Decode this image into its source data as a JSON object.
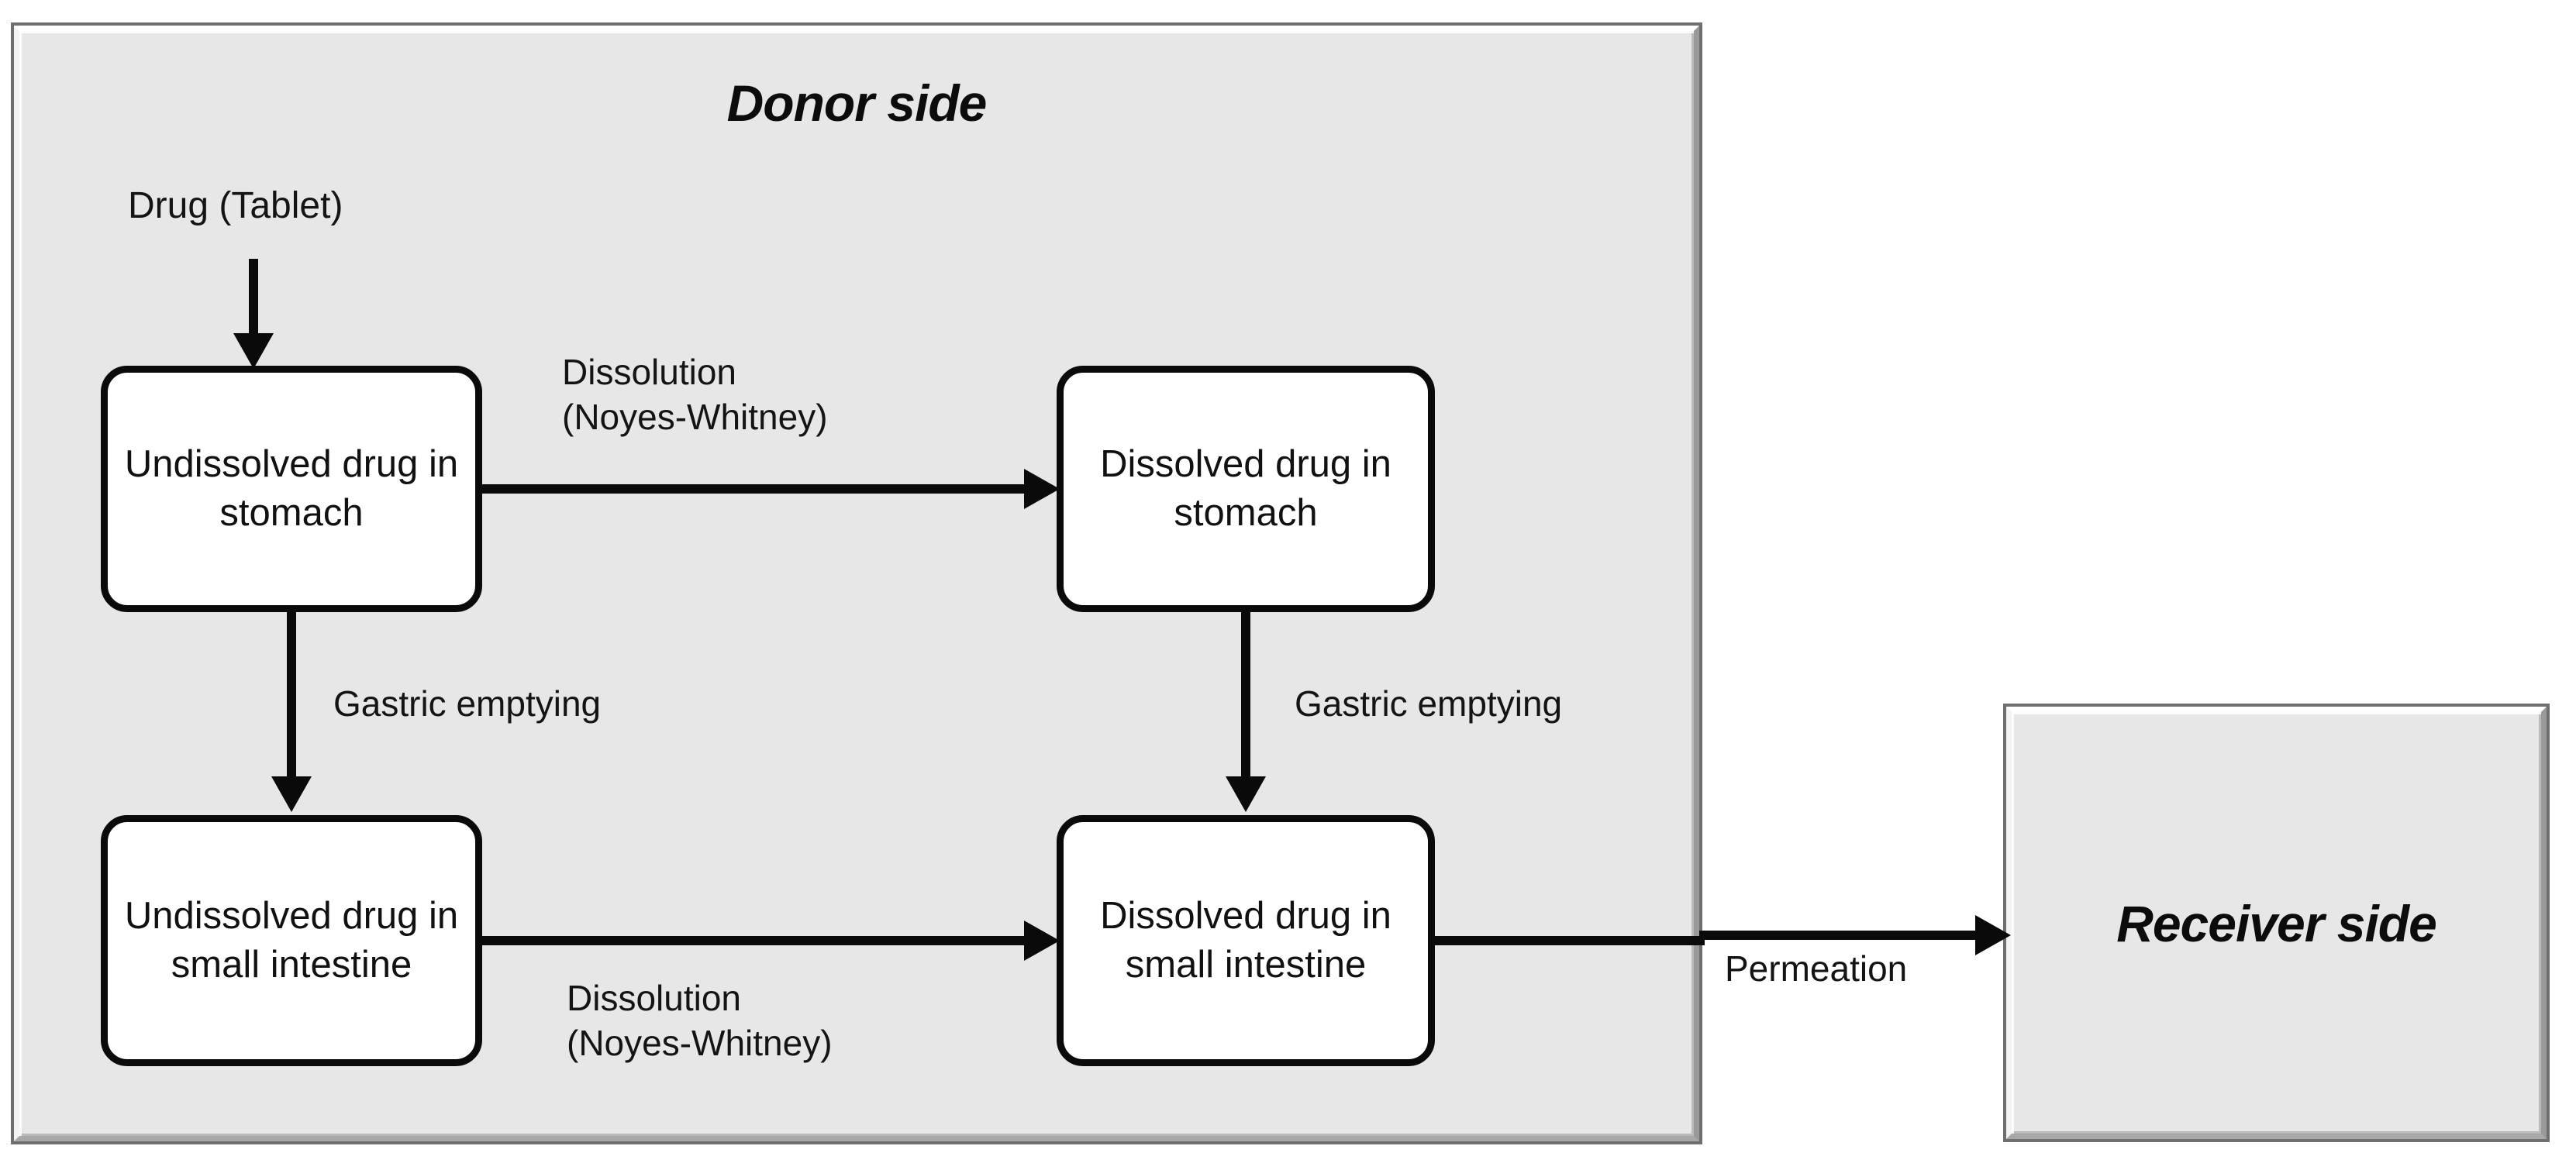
{
  "diagram": {
    "title_donor": "Donor side",
    "title_receiver": "Receiver side",
    "nodes": [
      {
        "id": "undissolved-stomach",
        "label": "Undissolved\ndrug in\nstomach"
      },
      {
        "id": "dissolved-stomach",
        "label": "Dissolved\ndrug in\nstomach"
      },
      {
        "id": "undissolved-si",
        "label": "Undissolved\ndrug in small\nintestine"
      },
      {
        "id": "dissolved-si",
        "label": "Dissolved\ndrug in small\nintestine"
      }
    ],
    "edge_labels": {
      "drug_tablet": "Drug (Tablet)",
      "dissolution_top": "Dissolution\n(Noyes-Whitney)",
      "dissolution_bottom": "Dissolution\n(Noyes-Whitney)",
      "gastric_emptying_left": "Gastric emptying",
      "gastric_emptying_right": "Gastric emptying",
      "permeation": "Permeation"
    },
    "colors": {
      "panel_fill": "#e7e7e7",
      "node_fill": "#ffffff",
      "stroke": "#0a0a0a",
      "panel_border": "#6f6f6f",
      "page_background": "#ffffff"
    }
  }
}
